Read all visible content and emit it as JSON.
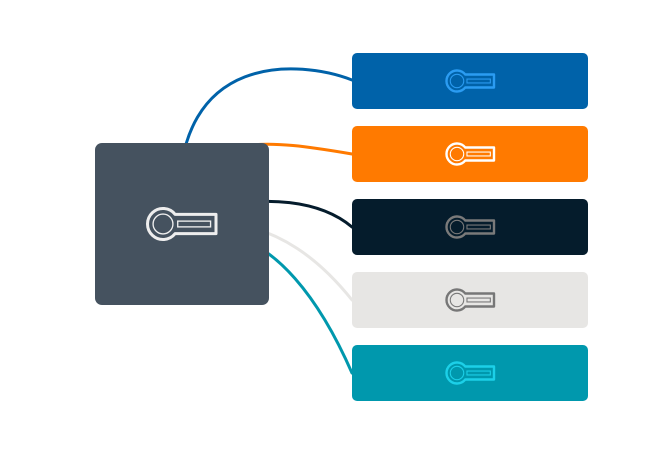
{
  "source": {
    "background": "#45525f",
    "key_color": "#eeeeee",
    "icon": "key-icon"
  },
  "targets": [
    {
      "name": "blue",
      "background": "#0062a9",
      "key_color": "#2b9cf2",
      "line_color": "#0062a9",
      "icon": "key-icon"
    },
    {
      "name": "orange",
      "background": "#ff7a00",
      "key_color": "#ffffff",
      "line_color": "#ff7a00",
      "icon": "key-icon"
    },
    {
      "name": "navy",
      "background": "#051c2c",
      "key_color": "#7a7a7a",
      "line_color": "#051c2c",
      "icon": "key-icon"
    },
    {
      "name": "light-gray",
      "background": "#e7e6e4",
      "key_color": "#777777",
      "line_color": "#e7e6e4",
      "icon": "key-icon"
    },
    {
      "name": "teal",
      "background": "#0098ad",
      "key_color": "#1cd0e8",
      "line_color": "#0098ad",
      "icon": "key-icon"
    }
  ]
}
